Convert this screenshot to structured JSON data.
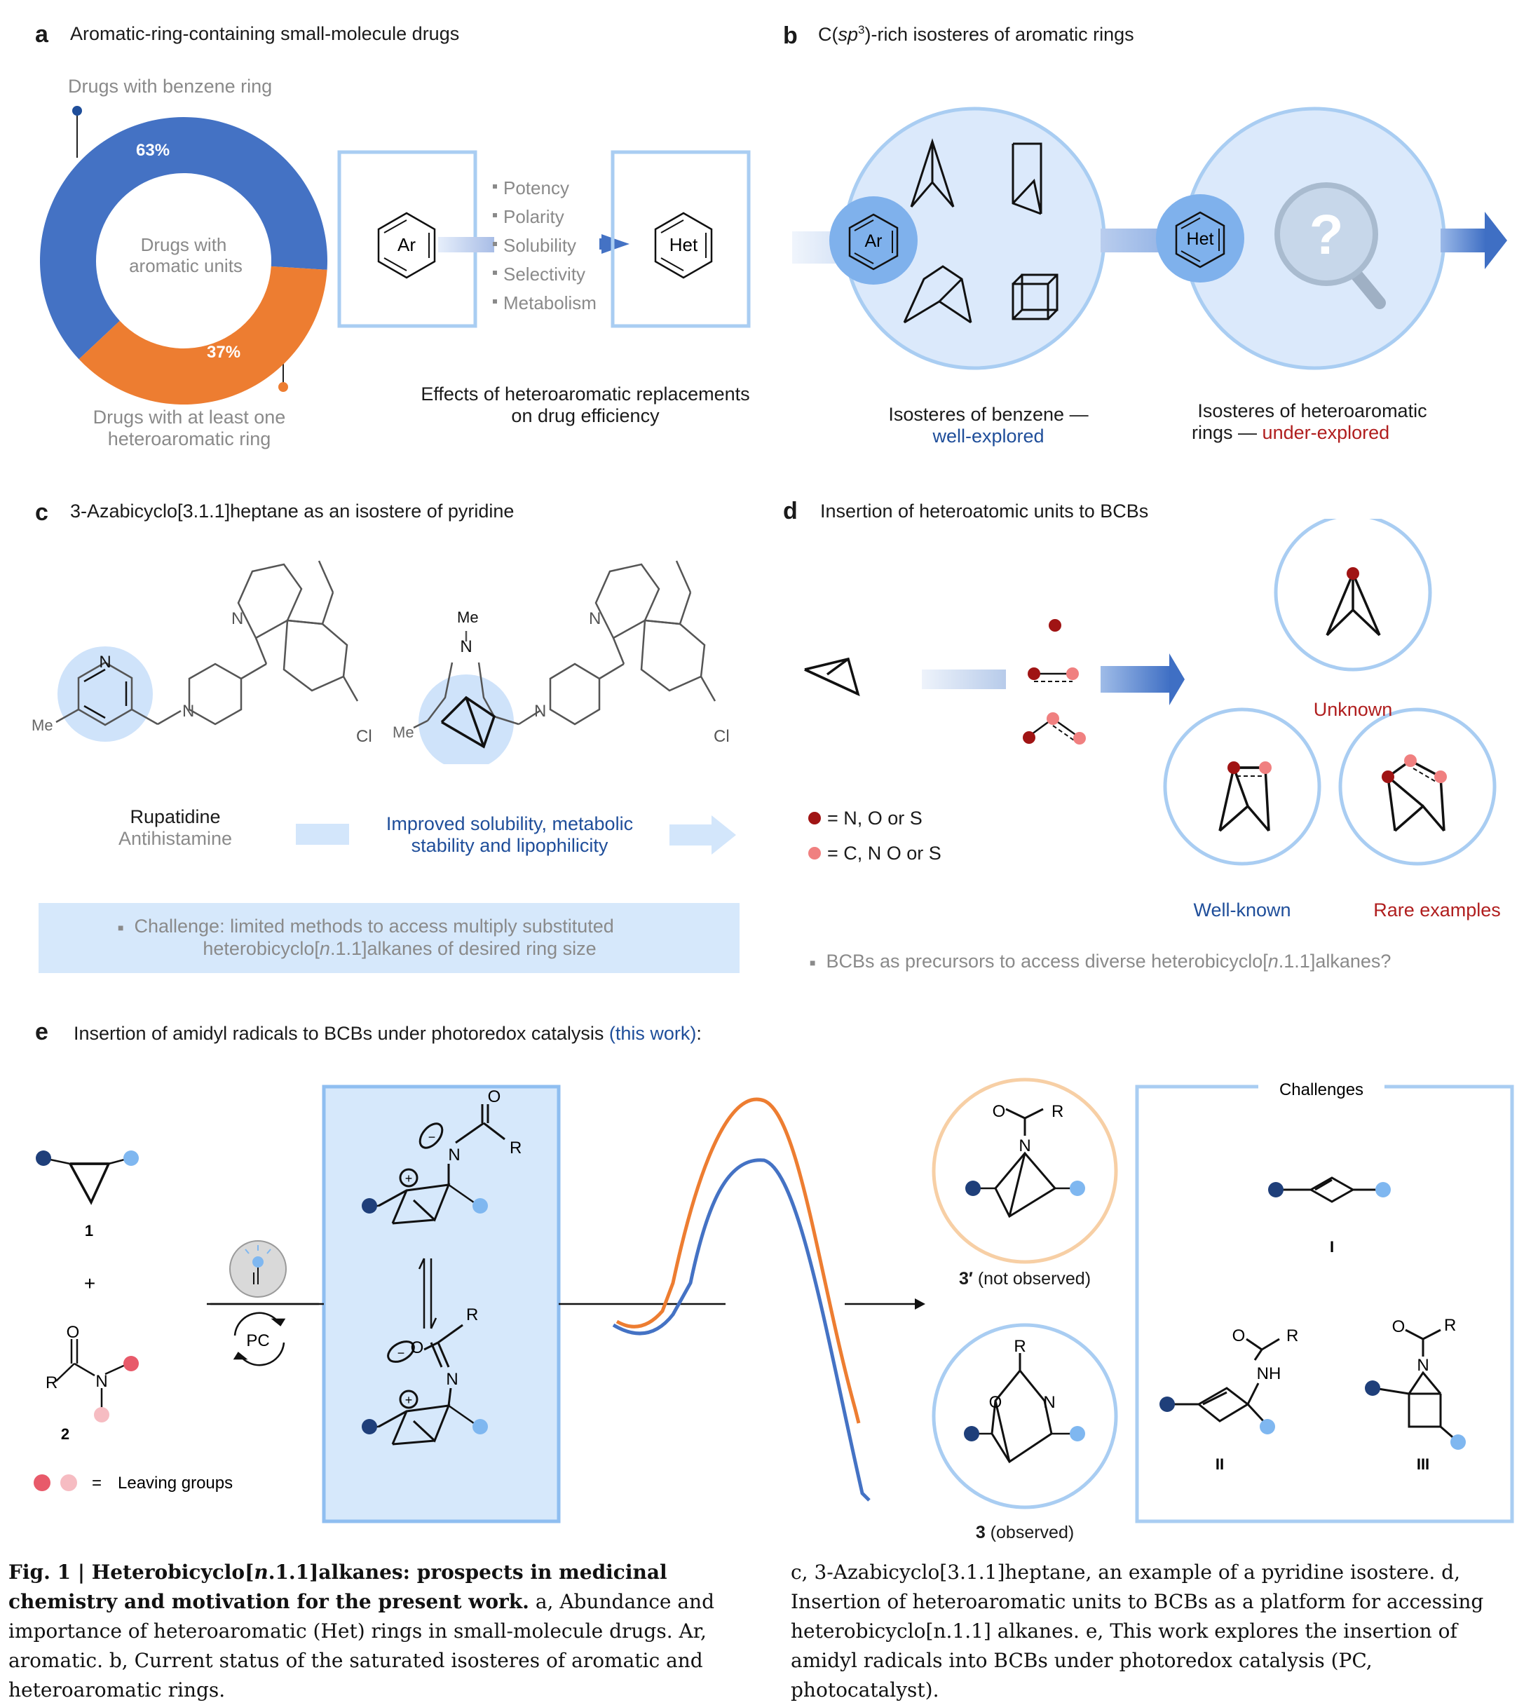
{
  "panel_a": {
    "letter": "a",
    "title": "Aromatic-ring-containing small-molecule drugs",
    "donut_center": [
      "Drugs with",
      "aromatic units"
    ],
    "benzene_label": "Drugs with benzene ring",
    "benzene_pct": "63%",
    "benzene_value": 63,
    "hetero_label": [
      "Drugs with at least one",
      "heteroaromatic ring"
    ],
    "hetero_pct": "37%",
    "hetero_value": 37,
    "colors": {
      "benzene": "#4472c4",
      "hetero": "#ed7d31"
    },
    "ar_label": "Ar",
    "het_label": "Het",
    "properties": [
      "Potency",
      "Polarity",
      "Solubility",
      "Selectivity",
      "Metabolism"
    ],
    "effects": [
      "Effects of heteroaromatic replacements",
      "on drug efficiency"
    ]
  },
  "panel_b": {
    "letter": "b",
    "title_pre": "C(",
    "title_sp": "sp",
    "title_sup": "3",
    "title_post": ")-rich isosteres of aromatic rings",
    "ar_label": "Ar",
    "het_label": "Het",
    "benzene_caption": "Isosteres of benzene —",
    "benzene_status": "well-explored",
    "hetero_caption_1": "Isosteres of heteroaromatic",
    "hetero_caption_2": "rings —",
    "hetero_status": "under-explored"
  },
  "panel_c": {
    "letter": "c",
    "title": "3-Azabicyclo[3.1.1]heptane as an isostere of pyridine",
    "drug_name": "Rupatidine",
    "drug_class": "Antihistamine",
    "improvement": [
      "Improved solubility, metabolic",
      "stability and lipophilicity"
    ],
    "challenge": [
      "Challenge: limited methods to access multiply substituted",
      "heterobicyclo[",
      "n",
      ".1.1]alkanes of desired ring size"
    ],
    "atoms": {
      "N": "N",
      "Me": "Me",
      "Cl": "Cl"
    }
  },
  "panel_d": {
    "letter": "d",
    "title": "Insertion of heteroatomic units to BCBs",
    "legend_dark": "= N, O or S",
    "legend_light": "= C, N O or S",
    "unknown": "Unknown",
    "well_known": "Well-known",
    "rare": "Rare examples",
    "question": [
      "BCBs as precursors to access diverse heterobicyclo[",
      "n",
      ".1.1]alkanes?"
    ],
    "colors": {
      "dark": "#a01414",
      "light": "#f08080"
    }
  },
  "panel_e": {
    "letter": "e",
    "title": "Insertion of amidyl radicals to BCBs under photoredox catalysis",
    "this_work": "(this work)",
    "colon": ":",
    "compound_1": "1",
    "plus": "+",
    "compound_2": "2",
    "leaving_groups": "Leaving groups",
    "equals": "=",
    "pc": "PC",
    "product_not_observed_num": "3′",
    "product_not_observed": "(not observed)",
    "product_observed_num": "3",
    "product_observed": "(observed)",
    "challenges": "Challenges",
    "roman": [
      "I",
      "II",
      "III"
    ],
    "atoms": {
      "O": "O",
      "N": "N",
      "R": "R",
      "NH": "NH",
      "plus": "+",
      "minus": "−"
    }
  },
  "caption": {
    "left_bold": "Fig. 1 | Heterobicyclo[",
    "left_bold_italic": "n",
    "left_bold_2": ".1.1]alkanes: prospects in medicinal chemistry and motivation for the present work.",
    "left_text": " a, Abundance and importance of heteroaromatic (Het) rings in small-molecule drugs. Ar, aromatic. b, Current status of the saturated isosteres of aromatic and heteroaromatic rings.",
    "right_text": "c, 3-Azabicyclo[3.1.1]heptane, an example of a pyridine isostere. d, Insertion of heteroaromatic units to BCBs as a platform for accessing heterobicyclo[n.1.1] alkanes. e, This work explores the insertion of amidyl radicals into BCBs under photoredox catalysis (PC, photocatalyst)."
  }
}
